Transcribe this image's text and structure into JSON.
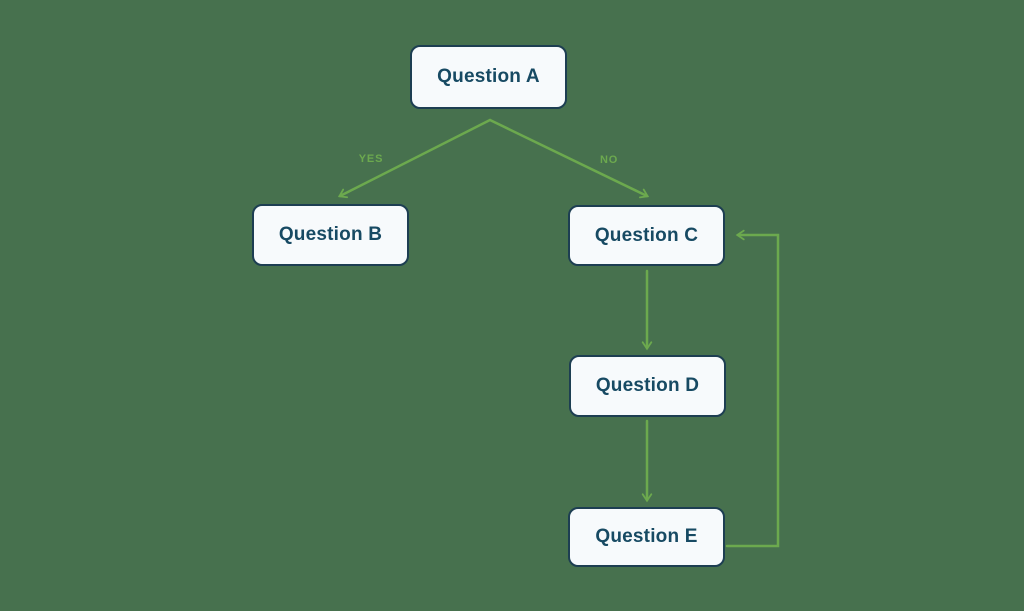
{
  "diagram": {
    "type": "flowchart",
    "nodes": [
      {
        "id": "A",
        "label": "Question A"
      },
      {
        "id": "B",
        "label": "Question B"
      },
      {
        "id": "C",
        "label": "Question C"
      },
      {
        "id": "D",
        "label": "Question D"
      },
      {
        "id": "E",
        "label": "Question E"
      }
    ],
    "edges": [
      {
        "from": "A",
        "to": "B",
        "label": "YES"
      },
      {
        "from": "A",
        "to": "C",
        "label": "NO"
      },
      {
        "from": "C",
        "to": "D",
        "label": ""
      },
      {
        "from": "D",
        "to": "E",
        "label": ""
      },
      {
        "from": "E",
        "to": "C",
        "label": ""
      }
    ],
    "colors": {
      "background": "#47714E",
      "edge": "#6CA94E",
      "node_fill": "#F7FAFC",
      "node_border": "#1D3E52",
      "node_text": "#174A63"
    }
  }
}
